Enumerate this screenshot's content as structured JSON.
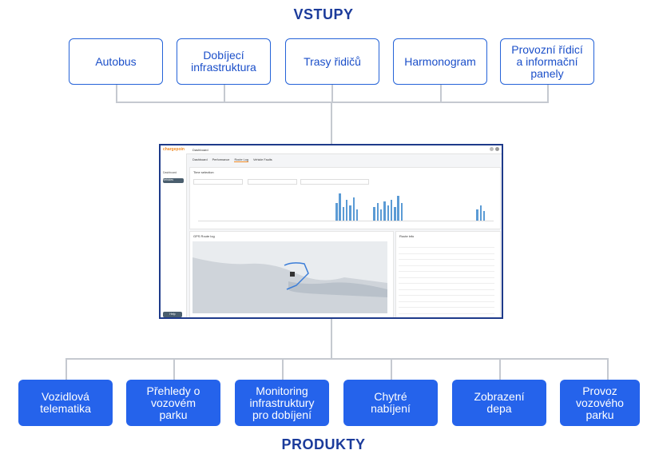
{
  "header": {
    "inputs_title": "VSTUPY",
    "products_title": "PRODUKTY"
  },
  "inputs": [
    "Autobus",
    "Dobíjecí\ninfrastruktura",
    "Trasy řidičů",
    "Harmonogram",
    "Provozní řídicí\na informační\npanely"
  ],
  "products": [
    "Vozidlová\ntelematika",
    "Přehledy o\nvozovém\nparku",
    "Monitoring\ninfrastruktury\npro dobíjení",
    "Chytré\nnabíjení",
    "Zobrazení\ndepa",
    "Provoz\nvozového\nparku"
  ],
  "screenshot": {
    "logo": "chargepoin",
    "app_title": "Dashboard",
    "sidebar": [
      "Dashboard",
      "Vehicles"
    ],
    "tabs": [
      "Dashboard",
      "Performance",
      "Route Log",
      "Vehicle Faults"
    ],
    "active_tab": "Route Log",
    "time_panel_title": "Time selection",
    "map_panel_title": "GPS Route log",
    "info_panel_title": "Route info",
    "help_label": "Help"
  },
  "colors": {
    "accent": "#2563eb",
    "outline": "#2563d8",
    "title": "#1b3b9b"
  }
}
